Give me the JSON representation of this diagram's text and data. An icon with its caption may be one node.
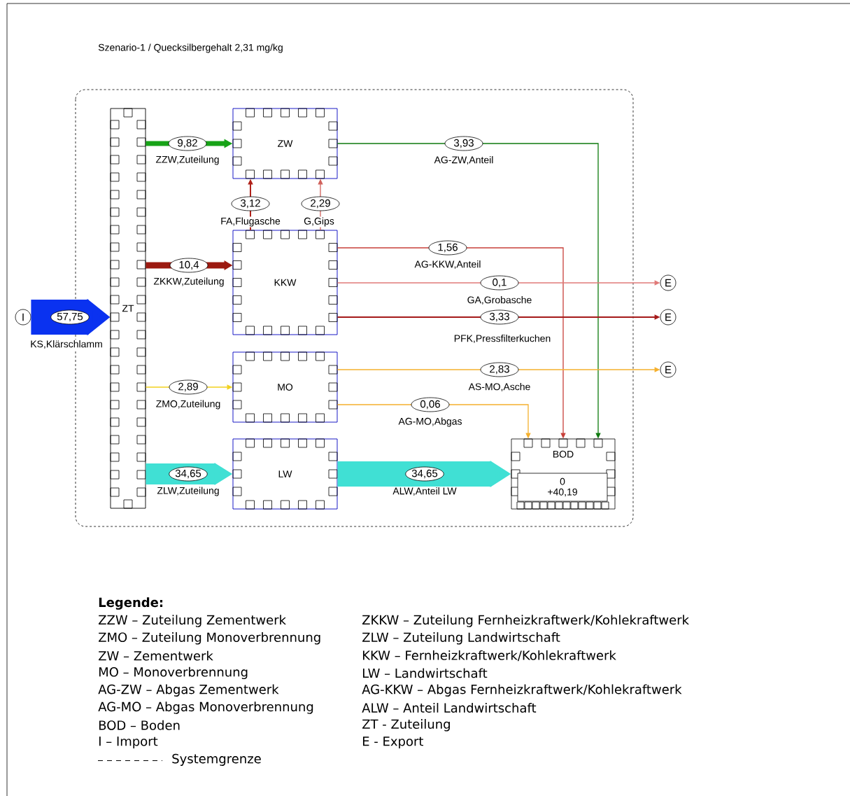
{
  "diagram": {
    "title": "Szenario-1 / Quecksilbergehalt 2,31 mg/kg",
    "nodes": [
      {
        "text": [
          "I"
        ]
      },
      {
        "text": [
          "ZT"
        ]
      },
      {
        "text": [
          "ZW"
        ]
      },
      {
        "text": [
          "KKW"
        ]
      },
      {
        "text": [
          "MO"
        ]
      },
      {
        "text": [
          "LW"
        ]
      },
      {
        "text": [
          "BOD"
        ]
      },
      {
        "text": [
          "0 +40,19"
        ],
        "in": 6
      },
      {
        "text": [
          "E"
        ]
      },
      {
        "text": [
          "E"
        ]
      },
      {
        "text": [
          "E"
        ]
      }
    ],
    "edges": [
      {
        "from": 0,
        "to": 1,
        "arrow": "to",
        "label": "57,75",
        "style": "thick",
        "color": "#0a32f0"
      },
      {
        "from": 1,
        "to": 2,
        "arrow": "to",
        "label": "9,82",
        "style": "thick",
        "color": "#17a317"
      },
      {
        "from": 1,
        "to": 3,
        "arrow": "to",
        "label": "10,4",
        "style": "thick",
        "color": "#9c1a10"
      },
      {
        "from": 3,
        "to": 2,
        "arrow": "to",
        "label": "3,12",
        "color": "#b0221a"
      },
      {
        "from": 3,
        "to": 2,
        "arrow": "to",
        "label": "2,29",
        "color": "#d0605a"
      },
      {
        "from": 2,
        "to": 6,
        "arrow": "to",
        "label": "3,93",
        "color": "#0f7a0f"
      },
      {
        "from": 3,
        "to": 6,
        "arrow": "to",
        "label": "1,56",
        "color": "#c8403a"
      },
      {
        "from": 3,
        "to": 8,
        "arrow": "to",
        "label": "0,1",
        "color": "#e07a78"
      },
      {
        "from": 3,
        "to": 9,
        "arrow": "to",
        "label": "3,33",
        "color": "#a51a1a"
      },
      {
        "from": 1,
        "to": 4,
        "arrow": "to",
        "label": "2,89",
        "color": "#f2d21e"
      },
      {
        "from": 4,
        "to": 10,
        "arrow": "to",
        "label": "2,83",
        "color": "#f5b02e"
      },
      {
        "from": 4,
        "to": 6,
        "arrow": "to",
        "label": "0,06",
        "color": "#f5b02e"
      },
      {
        "from": 1,
        "to": 5,
        "arrow": "to",
        "label": "34,65",
        "style": "thick",
        "color": "#40e0d4"
      },
      {
        "from": 5,
        "to": 6,
        "arrow": "to",
        "label": "34,65",
        "style": "thick",
        "color": "#40e0d4"
      }
    ],
    "labels": [
      "KS,Klärschlamm",
      "ZZW,Zuteilung",
      "ZKKW,Zuteilung",
      "FA,Flugasche",
      "G,Gips",
      "AG-ZW,Anteil",
      "AG-KKW,Anteil",
      "GA,Grobasche",
      "PFK,Pressfilterkuchen",
      "ZMO,Zuteilung",
      "AS-MO,Asche",
      "AG-MO,Abgas",
      "ZLW,Zuteilung",
      "ALW,Anteil LW",
      "Legende:"
    ],
    "legend": [
      {
        "text": "ZZW – Zuteilung Zementwerk"
      },
      {
        "text": "ZKKW – Zuteilung Fernheizkraftwerk/Kohlekraftwerk"
      },
      {
        "text": "ZMO – Zuteilung Monoverbrennung"
      },
      {
        "text": "ZLW – Zuteilung Landwirtschaft"
      },
      {
        "text": "ZW – Zementwerk"
      },
      {
        "text": "KKW – Fernheizkraftwerk/Kohlekraftwerk"
      },
      {
        "text": "MO – Monoverbrennung"
      },
      {
        "text": "LW – Landwirtschaft"
      },
      {
        "text": "AG-ZW – Abgas Zementwerk"
      },
      {
        "text": "AG-KKW – Abgas Fernheizkraftwerk/Kohlekraftwerk"
      },
      {
        "text": "AG-MO – Abgas Monoverbrennung"
      },
      {
        "text": "ALW – Anteil Landwirtschaft"
      },
      {
        "text": "BOD – Boden"
      },
      {
        "text": "ZT - Zuteilung"
      },
      {
        "text": "I – Import"
      },
      {
        "text": "E - Export"
      },
      {
        "text": "Systemgrenze"
      }
    ]
  }
}
